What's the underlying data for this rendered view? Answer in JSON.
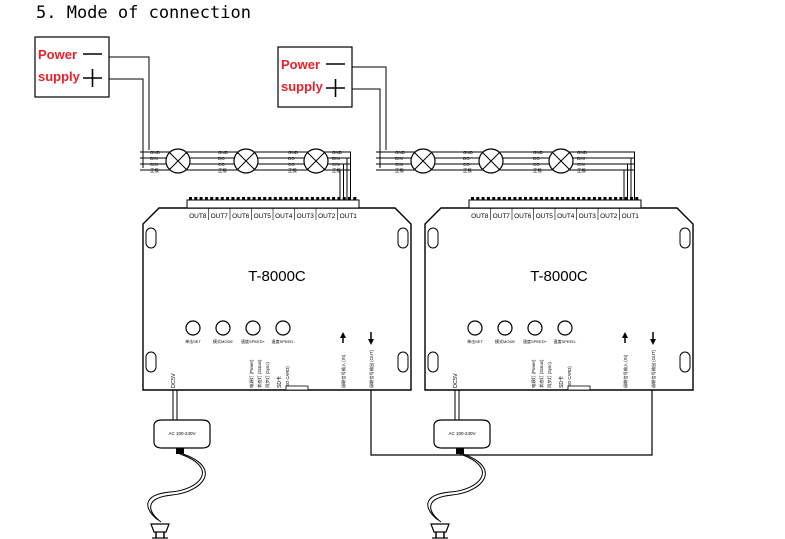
{
  "heading": "5. Mode of connection",
  "power_supply": {
    "power_label": "Power",
    "supply_label": "supply",
    "minus": "—",
    "plus": "+"
  },
  "controller": {
    "model": "T-8000C",
    "outputs": [
      "OUT8",
      "OUT7",
      "OUT6",
      "OUT5",
      "OUT4",
      "OUT3",
      "OUT2",
      "OUT1"
    ],
    "terminal_pins": [
      "GND",
      "DIN",
      "CIN",
      "正极"
    ],
    "buttons": [
      "单击SET",
      "模式MODE",
      "速度SPEED+",
      "速度SPEED-"
    ],
    "indicators": [
      "电源灯 (Power)",
      "状态灯 (Status)",
      "同步灯 (Sync)"
    ],
    "sd_label": "SD卡",
    "sd_sub": "(SD CARD)",
    "sync_in": "级联信号输入 (IN)",
    "sync_out": "级联信号输出 (OUT)",
    "dc_in": "DC5V"
  },
  "adapter": {
    "label": "AC 100-240V"
  },
  "pixel_wire_labels": [
    "GND",
    "DO",
    "CO",
    "正极"
  ],
  "accent_colors": {
    "power_text": "#e8202a",
    "line": "#000000"
  }
}
